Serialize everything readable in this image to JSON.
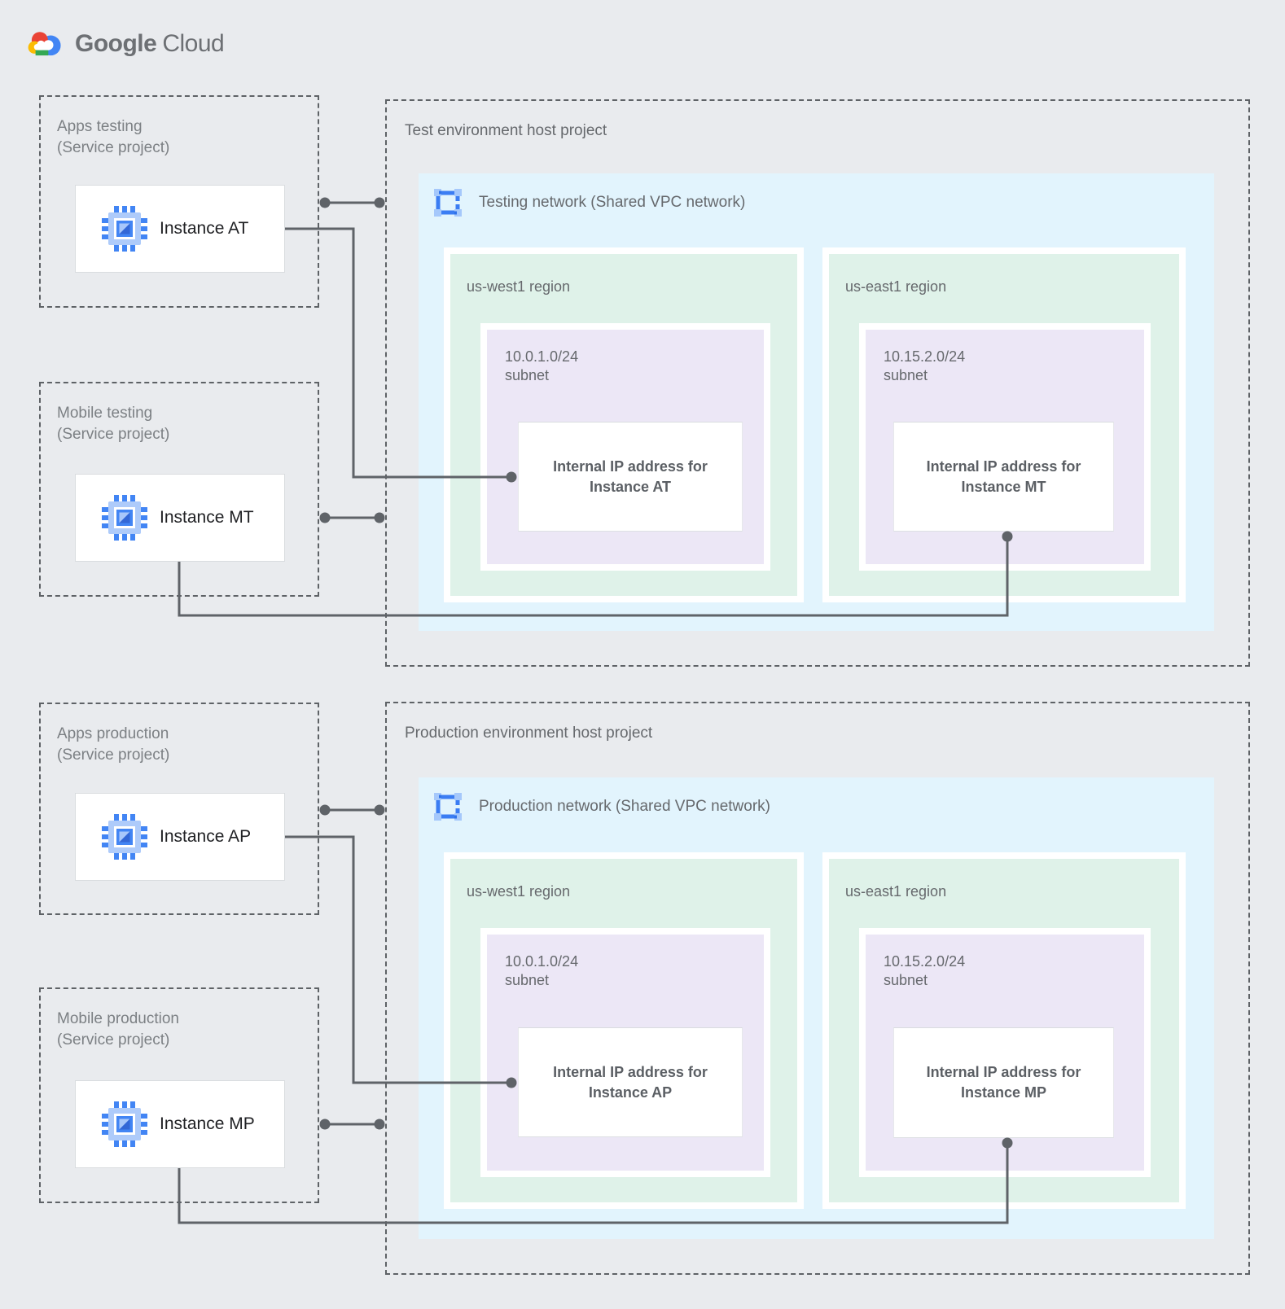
{
  "logo": {
    "brand": "Google",
    "product": "Cloud"
  },
  "colors": {
    "page_bg": "#E9EBEE",
    "network_fill": "#E2F4FD",
    "region_fill": "#DFF2E9",
    "subnet_fill": "#ECE7F6",
    "connector": "#5F6368",
    "google_blue": "#4285F4",
    "google_red": "#EA4335",
    "google_yellow": "#FBBC04",
    "google_green": "#34A853"
  },
  "icons": {
    "brand": "google-cloud-icon",
    "instance": "compute-engine-icon",
    "network": "vpc-network-icon"
  },
  "service_projects": [
    {
      "title": "Apps testing",
      "subtitle": "(Service project)",
      "instance_label": "Instance AT"
    },
    {
      "title": "Mobile testing",
      "subtitle": "(Service project)",
      "instance_label": "Instance MT"
    },
    {
      "title": "Apps production",
      "subtitle": "(Service project)",
      "instance_label": "Instance AP"
    },
    {
      "title": "Mobile production",
      "subtitle": "(Service project)",
      "instance_label": "Instance MP"
    }
  ],
  "host_projects": [
    {
      "title": "Test environment host project",
      "network_label": "Testing network (Shared VPC network)",
      "regions": [
        {
          "name": "us-west1 region",
          "subnet_cidr": "10.0.1.0/24",
          "subnet_label": "subnet",
          "ip_title": "Internal IP address for",
          "ip_instance": "Instance AT"
        },
        {
          "name": "us-east1 region",
          "subnet_cidr": "10.15.2.0/24",
          "subnet_label": "subnet",
          "ip_title": "Internal IP address for",
          "ip_instance": "Instance MT"
        }
      ]
    },
    {
      "title": "Production environment host project",
      "network_label": "Production network (Shared VPC network)",
      "regions": [
        {
          "name": "us-west1 region",
          "subnet_cidr": "10.0.1.0/24",
          "subnet_label": "subnet",
          "ip_title": "Internal IP address for",
          "ip_instance": "Instance AP"
        },
        {
          "name": "us-east1 region",
          "subnet_cidr": "10.15.2.0/24",
          "subnet_label": "subnet",
          "ip_title": "Internal IP address for",
          "ip_instance": "Instance MP"
        }
      ]
    }
  ]
}
